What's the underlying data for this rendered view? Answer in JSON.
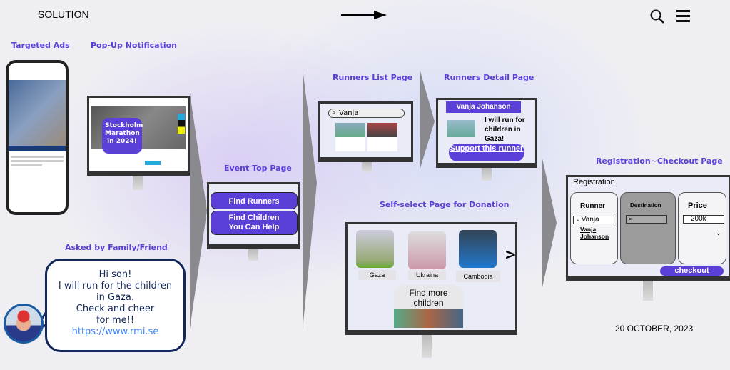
{
  "header": {
    "title": "SOLUTION",
    "search_icon": "search-icon",
    "menu_icon": "hamburger-menu-icon"
  },
  "labels": {
    "targeted_ads": "Targeted Ads",
    "popup": "Pop-Up Notification",
    "event_top": "Event Top Page",
    "runners_list": "Runners List Page",
    "runners_detail": "Runners Detail Page",
    "self_select": "Self-select Page for Donation",
    "registration": "Registration~Checkout Page",
    "asked": "Asked by Family/Friend"
  },
  "popup": {
    "bubble": "Stockholm Marathon in 2024!"
  },
  "event_top": {
    "find_runners": "Find Runners",
    "find_children": "Find Children You Can Help"
  },
  "runners_list": {
    "search_value": "Vanja"
  },
  "runners_detail": {
    "name": "Vanja Johanson",
    "message": "I will run for children in Gaza!",
    "support": "Support this runner"
  },
  "self_select": {
    "destinations": [
      "Gaza",
      "Ukraina",
      "Cambodia"
    ],
    "next": ">",
    "find_more": "Find more children"
  },
  "registration": {
    "title": "Registration",
    "runner_label": "Runner",
    "runner_search": "Vanja",
    "runner_result": "Vanja Johanson",
    "destination_label": "Destination",
    "price_label": "Price",
    "price_value": "200k",
    "checkout": "checkout"
  },
  "message": {
    "lines": [
      "Hi son!",
      "I will run for the children",
      "in Gaza.",
      "Check and cheer",
      "for me!!"
    ],
    "link": "https://www.rmi.se"
  },
  "date": "20 OCTOBER, 2023",
  "colors": {
    "accent": "#5b3fd6",
    "bubble_border": "#12285a",
    "link": "#3b82f6"
  }
}
